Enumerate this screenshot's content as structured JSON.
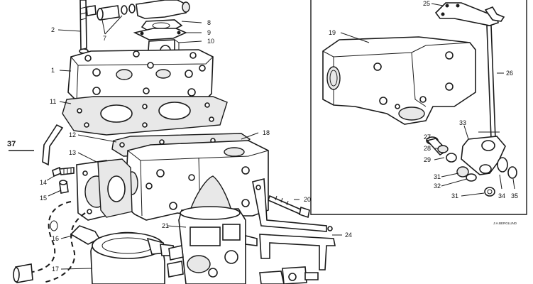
{
  "diagram": {
    "callouts": {
      "c1": "1",
      "c2": "2",
      "c7": "7",
      "c8": "8",
      "c9": "9",
      "c10": "10",
      "c11": "11",
      "c12": "12",
      "c13": "13",
      "c14": "14",
      "c15": "15",
      "c16": "16",
      "c17": "17",
      "c18": "18",
      "c19": "19",
      "c20": "20",
      "c21": "21",
      "c24": "24",
      "c25": "25",
      "c26": "26",
      "c27": "27",
      "c28": "28",
      "c29": "29",
      "c31a": "31",
      "c31b": "31",
      "c32": "32",
      "c33": "33",
      "c34": "34",
      "c35": "35",
      "c37": "37"
    },
    "signature": "J.H.BERGLUND"
  }
}
